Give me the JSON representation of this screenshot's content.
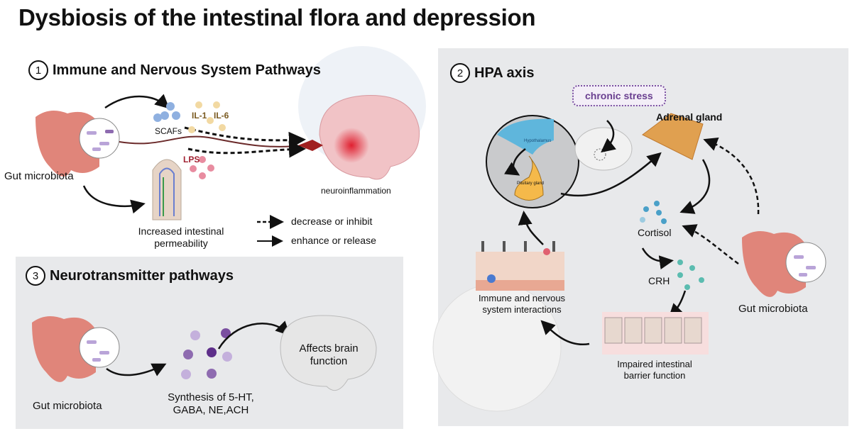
{
  "title": "Dysbiosis of the intestinal flora and depression",
  "panel1": {
    "number": "1",
    "heading": "Immune and Nervous System Pathways",
    "gut_microbiota": "Gut microbiota",
    "scafs": "SCAFs",
    "il1": "IL-1",
    "il6": "IL-6",
    "lps": "LPS",
    "neuroinflammation": "neuroinflammation",
    "permeability": "Increased intestinal permeability",
    "legend": {
      "dashed": "decrease or inhibit",
      "solid": "enhance or release"
    }
  },
  "panel2": {
    "number": "2",
    "heading": "HPA axis",
    "chronic_stress": "chronic stress",
    "adrenal_gland": "Adrenal gland",
    "hypothalamus": "Hypothalamus",
    "pituitary": "Pituitary gland",
    "cortisol": "Cortisol",
    "crh": "CRH",
    "gut_microbiota": "Gut microbiota",
    "immune_nervous": "Immune and nervous system interactions",
    "barrier": "Impaired intestinal barrier function"
  },
  "panel3": {
    "number": "3",
    "heading": "Neurotransmitter pathways",
    "gut_microbiota": "Gut microbiota",
    "synthesis": "Synthesis of 5-HT, GABA, NE,ACH",
    "brain_function": "Affects brain function"
  },
  "colors": {
    "panel_bg": "#e8e9eb",
    "gut": "#e0857a",
    "brain": "#e8a0a6",
    "adrenal": "#e0a050",
    "hypothalamus": "#5fb6dc",
    "stress_border": "#7a4fa0",
    "neurotransmitter": "#8e6bb0",
    "cortisol": "#4aa0c8"
  }
}
